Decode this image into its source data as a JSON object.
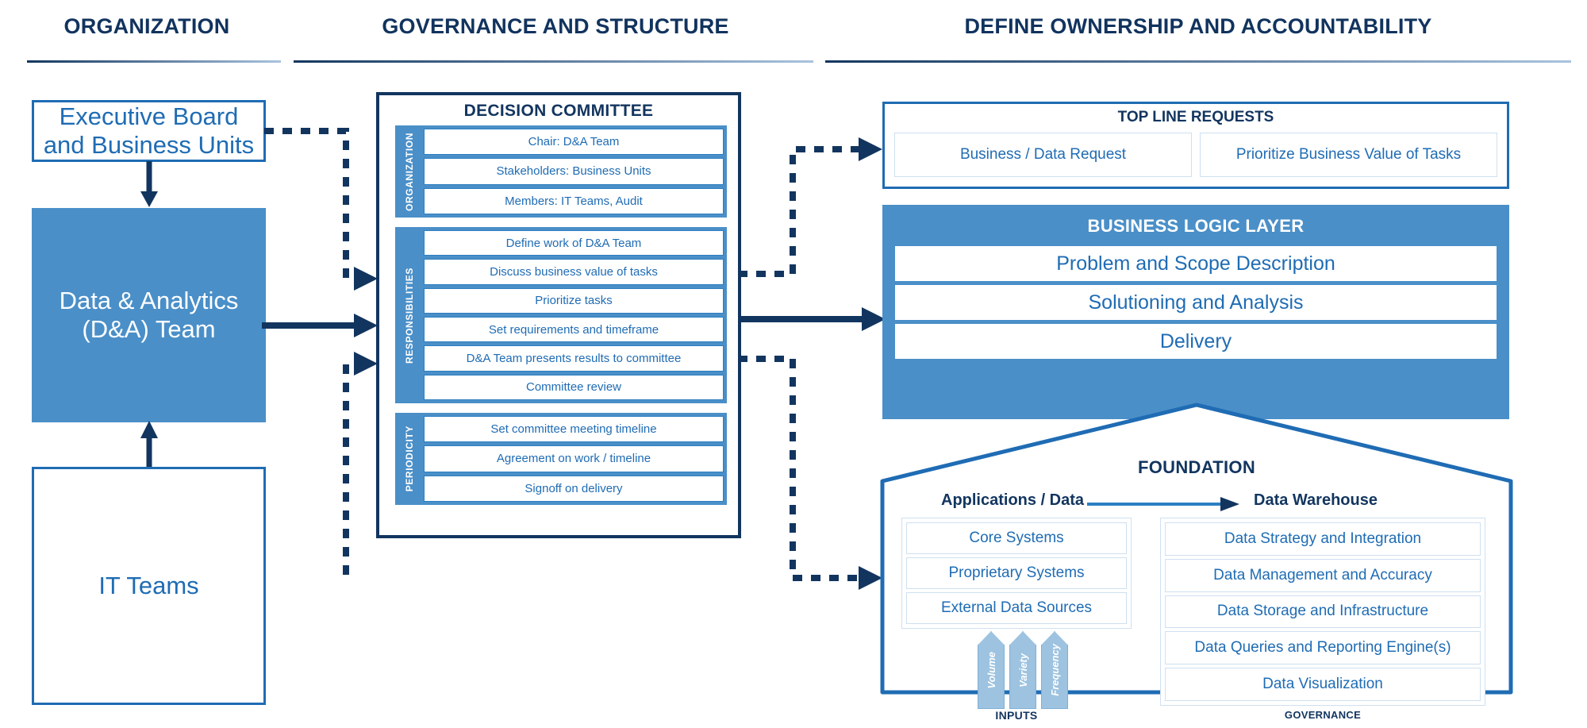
{
  "columns": [
    {
      "title": "ORGANIZATION"
    },
    {
      "title": "GOVERNANCE AND STRUCTURE"
    },
    {
      "title": "DEFINE OWNERSHIP AND ACCOUNTABILITY"
    }
  ],
  "organization": {
    "executive_board": "Executive Board\nand Business Units",
    "executive_board_line1": "Executive Board",
    "executive_board_line2": "and Business Units",
    "da_team_line1": "Data & Analytics",
    "da_team_line2": "(D&A) Team",
    "it_teams": "IT Teams"
  },
  "decision_committee": {
    "title": "DECISION COMMITTEE",
    "groups": [
      {
        "label": "ORGANIZATION",
        "rows": [
          "Chair: D&A Team",
          "Stakeholders: Business Units",
          "Members: IT Teams, Audit"
        ]
      },
      {
        "label": "RESPONSIBILITIES",
        "rows": [
          "Define work of D&A Team",
          "Discuss business value of tasks",
          "Prioritize tasks",
          "Set requirements and timeframe",
          "D&A Team presents results to committee",
          "Committee review"
        ]
      },
      {
        "label": "PERIODICITY",
        "rows": [
          "Set committee meeting timeline",
          "Agreement on work / timeline",
          "Signoff on delivery"
        ]
      }
    ]
  },
  "top_line_requests": {
    "title": "TOP LINE REQUESTS",
    "cells": [
      "Business / Data Request",
      "Prioritize Business Value of Tasks"
    ]
  },
  "business_logic_layer": {
    "title": "BUSINESS LOGIC LAYER",
    "rows": [
      "Problem and Scope Description",
      "Solutioning and Analysis",
      "Delivery"
    ]
  },
  "foundation": {
    "title": "FOUNDATION",
    "left_heading": "Applications / Data",
    "right_heading": "Data Warehouse",
    "applications": [
      "Core Systems",
      "Proprietary Systems",
      "External Data Sources"
    ],
    "warehouse": [
      "Data Strategy and Integration",
      "Data Management and Accuracy",
      "Data Storage and Infrastructure",
      "Data Queries and Reporting Engine(s)",
      "Data Visualization"
    ],
    "inputs": [
      "Volume",
      "Variety",
      "Frequency"
    ],
    "inputs_caption": "INPUTS",
    "governance_caption": "GOVERNANCE"
  },
  "colors": {
    "dark_navy": "#12355f",
    "accent_blue": "#1f6cb4",
    "fill_blue": "#4a8fc8",
    "light_blue": "#9dc3e0",
    "pale_border": "#cfe0f0",
    "white": "#ffffff"
  }
}
